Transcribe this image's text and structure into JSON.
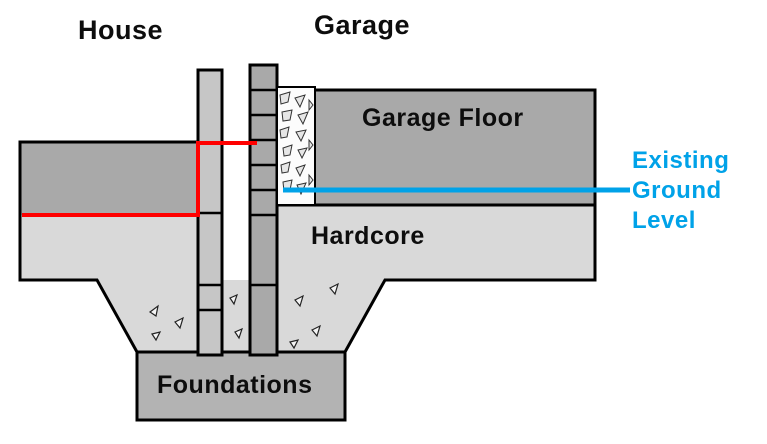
{
  "diagram": {
    "labels": {
      "house": "House",
      "garage": "Garage",
      "garage_floor": "Garage Floor",
      "hardcore": "Hardcore",
      "foundations": "Foundations",
      "existing_ground_level": {
        "line1": "Existing",
        "line2": "Ground",
        "line3": "Level"
      }
    },
    "colors": {
      "background": "#ffffff",
      "outline": "#000000",
      "floor_slab_gray": "#a9a9a9",
      "hardcore_gray": "#d9d9d9",
      "inner_wall_gray": "#c6c6c6",
      "foundation_gray": "#b3b3b3",
      "dpc_red": "#ff0000",
      "ground_level_cyan": "#00a2e8"
    }
  }
}
